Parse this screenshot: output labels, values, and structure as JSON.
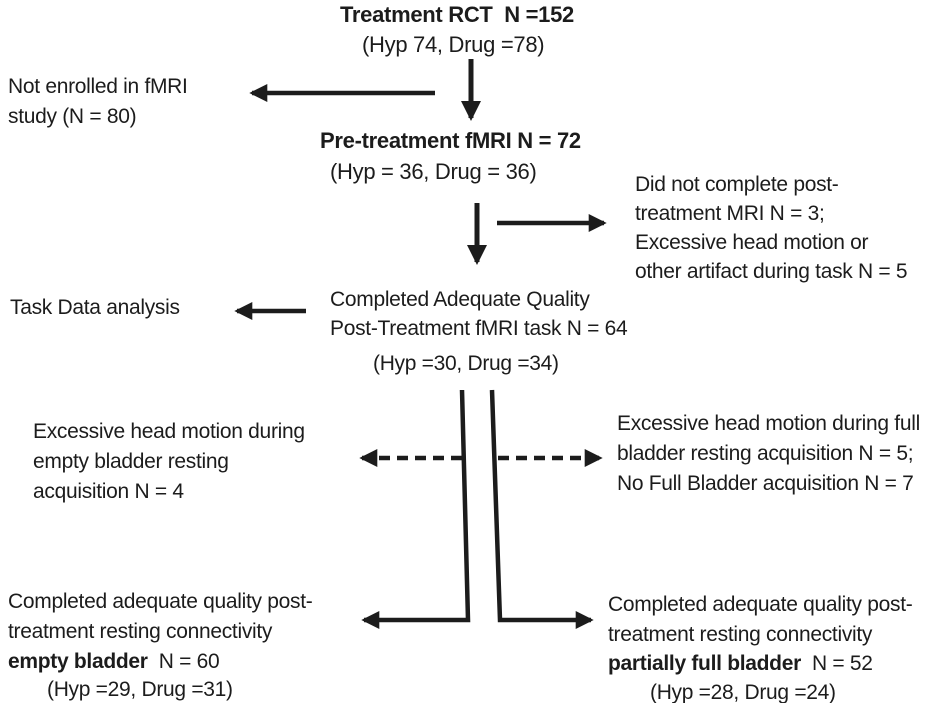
{
  "colors": {
    "ink": "#1c1c1c",
    "background": "#ffffff"
  },
  "flowchart": {
    "treatment_rct": {
      "title": "Treatment RCT  N =152",
      "subtitle": "(Hyp 74, Drug =78)"
    },
    "not_enrolled": {
      "line1": "Not enrolled in fMRI",
      "line2": "study (N = 80)"
    },
    "pre_treatment_fmri": {
      "title": "Pre-treatment fMRI N = 72",
      "subtitle": "(Hyp = 36, Drug = 36)"
    },
    "post_treatment_exclusions": {
      "line1": "Did not complete post-",
      "line2": "treatment MRI N = 3;",
      "line3": "Excessive head motion or",
      "line4": "other artifact during task N = 5"
    },
    "task_data_analysis": {
      "label": "Task Data analysis"
    },
    "completed_task_fmri": {
      "line1": "Completed Adequate Quality",
      "line2": "Post-Treatment fMRI task N = 64",
      "subtitle": "(Hyp =30, Drug =34)"
    },
    "excluded_empty_bladder": {
      "line1": "Excessive head motion during",
      "line2": "empty bladder resting",
      "line3": "acquisition N = 4"
    },
    "excluded_full_bladder": {
      "line1": "Excessive head motion during full",
      "line2": "bladder resting acquisition N = 5;",
      "line3": "No Full Bladder acquisition N = 7"
    },
    "completed_empty_bladder": {
      "line1": "Completed adequate quality post-",
      "line2": "treatment resting connectivity",
      "line3_bold": "empty bladder",
      "line3_rest": "  N = 60",
      "subtitle": "(Hyp =29, Drug =31)"
    },
    "completed_full_bladder": {
      "line1": "Completed adequate quality post-",
      "line2": "treatment resting connectivity",
      "line3_bold": "partially full bladder",
      "line3_rest": "  N = 52",
      "subtitle": "(Hyp =28, Drug =24)"
    }
  }
}
